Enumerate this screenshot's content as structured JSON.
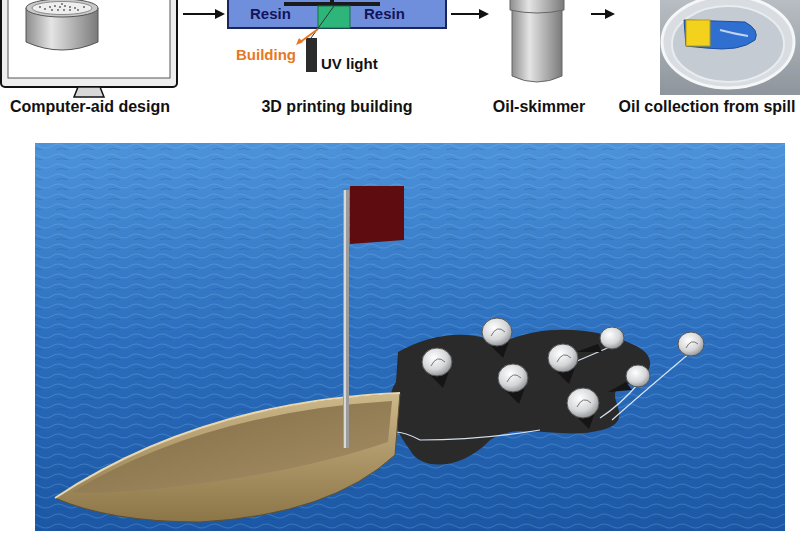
{
  "diagram": {
    "nodes": [
      {
        "text": [
          "Computer-aid design"
        ]
      },
      {
        "text": [
          "3D printing building"
        ]
      },
      {
        "text": [
          "Oil-skimmer"
        ]
      },
      {
        "text": [
          "Oil collection from spill"
        ]
      }
    ],
    "edges": [
      {
        "from": 0,
        "to": 1,
        "arrow": "to"
      },
      {
        "from": 1,
        "to": 2,
        "arrow": "to"
      },
      {
        "from": 2,
        "to": 3,
        "arrow": "to"
      }
    ],
    "labels": [
      "Resin",
      "Resin",
      "Building",
      "UV light"
    ]
  }
}
